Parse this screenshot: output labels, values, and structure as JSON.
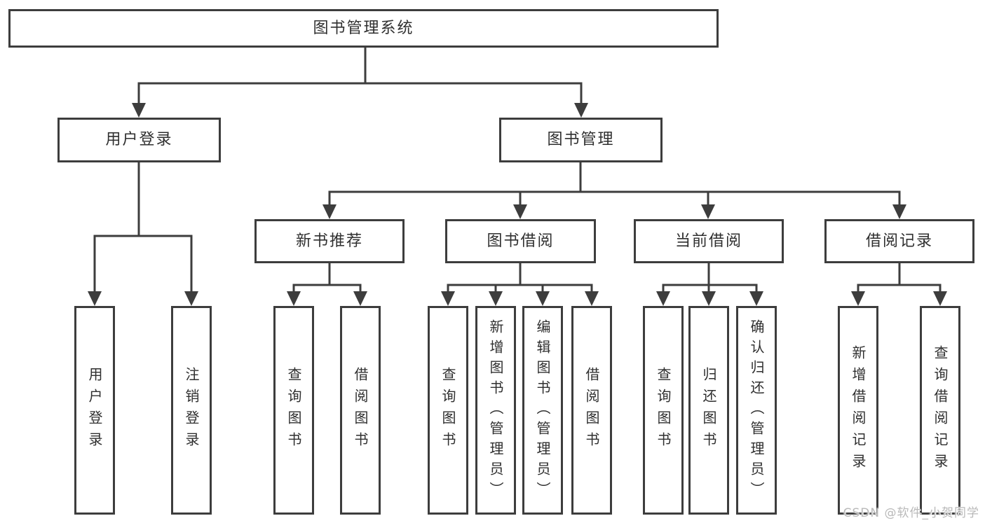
{
  "tree": {
    "root": {
      "label": "图书管理系统",
      "children": [
        {
          "label": "用户登录",
          "children": [
            {
              "label": "用户登录"
            },
            {
              "label": "注销登录"
            }
          ]
        },
        {
          "label": "图书管理",
          "children": [
            {
              "label": "新书推荐",
              "children": [
                {
                  "label": "查询图书"
                },
                {
                  "label": "借阅图书"
                }
              ]
            },
            {
              "label": "图书借阅",
              "children": [
                {
                  "label": "查询图书"
                },
                {
                  "label": "新增图书（管理员）"
                },
                {
                  "label": "编辑图书（管理员）"
                },
                {
                  "label": "借阅图书"
                }
              ]
            },
            {
              "label": "当前借阅",
              "children": [
                {
                  "label": "查询图书"
                },
                {
                  "label": "归还图书"
                },
                {
                  "label": "确认归还（管理员）"
                }
              ]
            },
            {
              "label": "借阅记录",
              "children": [
                {
                  "label": "新增借阅记录"
                },
                {
                  "label": "查询借阅记录"
                }
              ]
            }
          ]
        }
      ]
    }
  },
  "watermark": "CSDN @软件_小贺同学",
  "colors": {
    "line": "#3d3d3d",
    "text": "#2f2f2f",
    "watermark_text": "#b9b9b9",
    "background": "#ffffff"
  }
}
